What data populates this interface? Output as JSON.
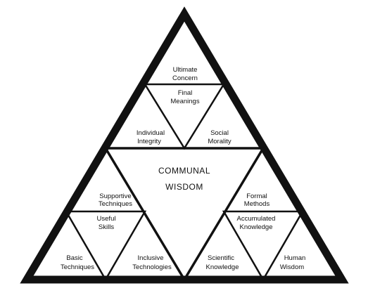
{
  "diagram": {
    "colors": {
      "stroke": "#111111",
      "background": "#ffffff"
    },
    "center": {
      "line1": "COMMUNAL",
      "line2": "WISDOM"
    },
    "top": {
      "apex": {
        "line1": "Ultimate",
        "line2": "Concern"
      },
      "inner": {
        "line1": "Final",
        "line2": "Meanings"
      },
      "left": {
        "line1": "Individual",
        "line2": "Integrity"
      },
      "right": {
        "line1": "Social",
        "line2": "Morality"
      }
    },
    "left_corner": {
      "apex": {
        "line1": "Supportive",
        "line2": "Techniques"
      },
      "inner": {
        "line1": "Useful",
        "line2": "Skills"
      },
      "left": {
        "line1": "Basic",
        "line2": "Techniques"
      },
      "right": {
        "line1": "Inclusive",
        "line2": "Technologies"
      }
    },
    "right_corner": {
      "apex": {
        "line1": "Formal",
        "line2": "Methods"
      },
      "inner": {
        "line1": "Accumulated",
        "line2": "Knowledge"
      },
      "left": {
        "line1": "Scientific",
        "line2": "Knowledge"
      },
      "right": {
        "line1": "Human",
        "line2": "Wisdom"
      }
    }
  }
}
